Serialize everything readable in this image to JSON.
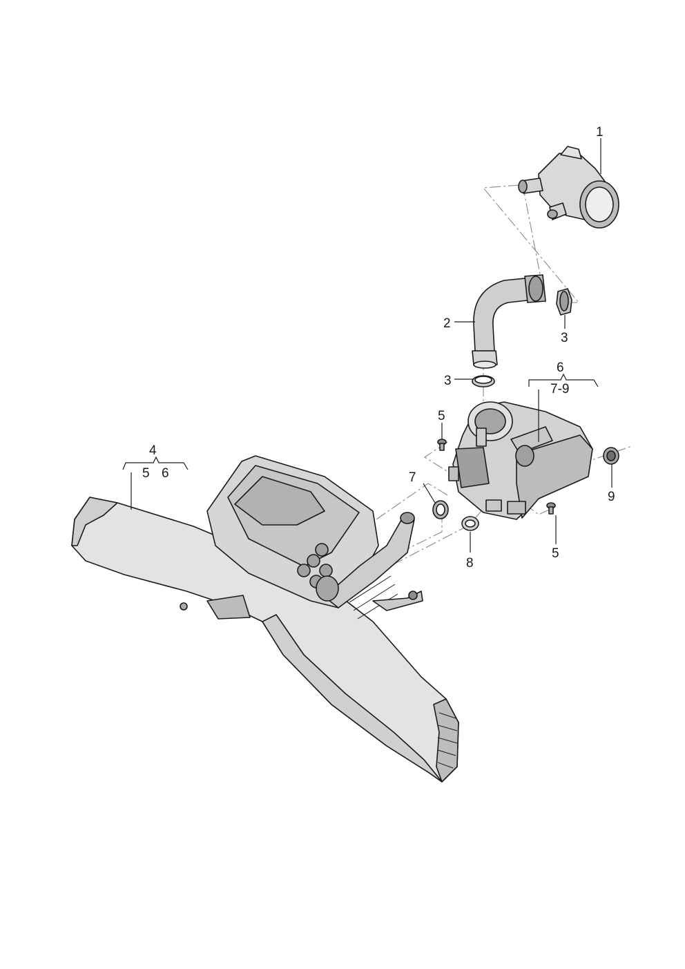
{
  "diagram": {
    "labels": {
      "p1": "1",
      "p2": "2",
      "p3_upper": "3",
      "p3_lower": "3",
      "p4": "4",
      "p4_sub_a": "5",
      "p4_sub_b": "6",
      "p5_upper": "5",
      "p5_lower": "5",
      "p6": "6",
      "p6_sub": "7-9",
      "p7": "7",
      "p8": "8",
      "p9": "9"
    },
    "colors": {
      "line": "#1a1a1a",
      "fill_light": "#e6e6e6",
      "fill_mid": "#cfcfcf",
      "fill_dark": "#9a9a9a",
      "phantom": "#8a8a8a"
    }
  }
}
